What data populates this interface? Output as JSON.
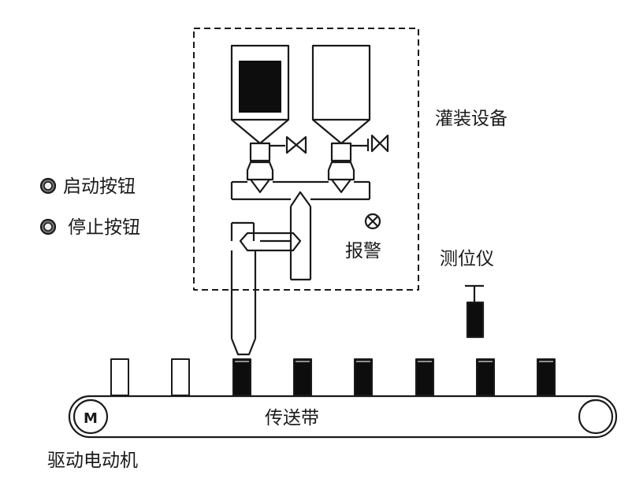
{
  "labels": {
    "filling_equipment": "灌装设备",
    "start_button": "启动按钮",
    "stop_button": "停止按钮",
    "alarm": "报警",
    "level_meter": "测位仪",
    "conveyor_belt": "传送带",
    "drive_motor": "驱动电动机",
    "motor_symbol": "M"
  },
  "bottles": [
    {
      "state": "empty"
    },
    {
      "state": "empty"
    },
    {
      "state": "filled"
    },
    {
      "state": "filled"
    },
    {
      "state": "filled"
    },
    {
      "state": "filled"
    },
    {
      "state": "filled"
    },
    {
      "state": "filled"
    }
  ],
  "colors": {
    "line": "#1a1a1a",
    "fill_dark": "#0d0d0d",
    "background": "#ffffff"
  }
}
